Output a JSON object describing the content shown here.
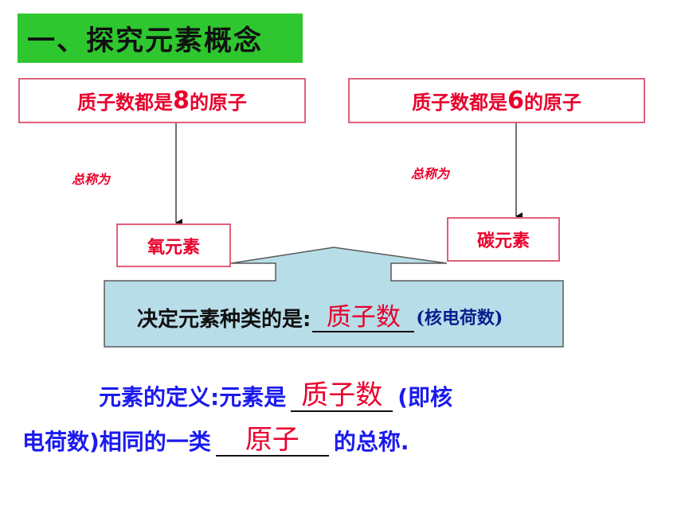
{
  "title": "一、探究元素概念",
  "box_left": {
    "prefix": "质子数都是",
    "number": "8",
    "suffix": "的原子"
  },
  "box_right": {
    "prefix": "质子数都是",
    "number": "6",
    "suffix": "的原子"
  },
  "note_left": "总称为",
  "note_right": "总称为",
  "oxygen_label": "氧元素",
  "carbon_label": "碳元素",
  "decides": {
    "label": "决定元素种类的是:",
    "answer": "质子数",
    "paren": "(核电荷数)"
  },
  "definition": {
    "line1_prefix": "元素的定义:元素是",
    "answer1": "质子数",
    "line1_suffix": "(即核",
    "line2_prefix": "电荷数)相同的一类",
    "answer2": "原子",
    "line2_suffix": "的总称."
  },
  "colors": {
    "title_bg": "#2fc72f",
    "box_border": "#e0607a",
    "red_text": "#e8002c",
    "panel_fill": "#b7dde8",
    "definition_text": "#1a1aee"
  }
}
